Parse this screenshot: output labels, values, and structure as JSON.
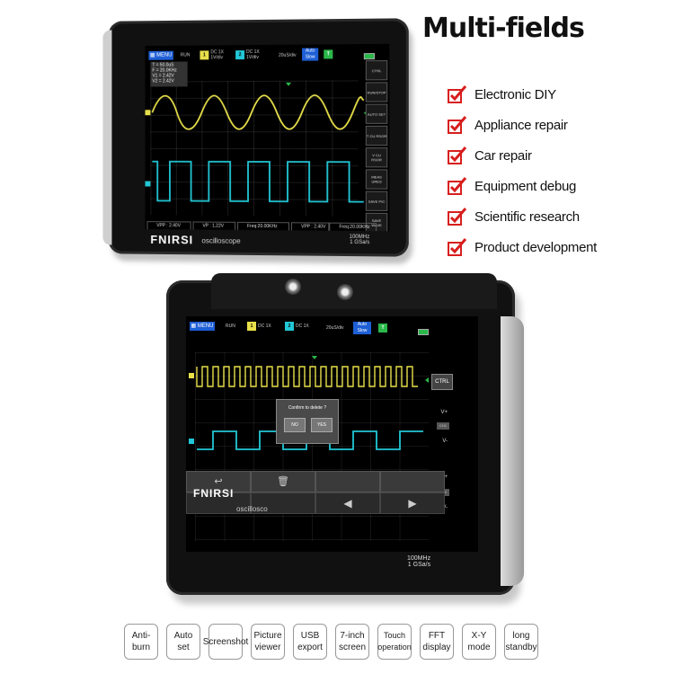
{
  "headline": "Multi-fields",
  "features": [
    "Electronic DIY",
    "Appliance repair",
    "Car repair",
    "Equipment debug",
    "Scientific research",
    "Product development"
  ],
  "device1": {
    "brand": "FNIRSI",
    "model": "oscilloscope",
    "spec": [
      "100MHz",
      "1 GSa/s"
    ],
    "menu": "MENU",
    "run_status": "RUN",
    "ch1_setting": "DC 1X",
    "ch1_scale": "1V/div",
    "ch2_setting": "DC 1X",
    "ch2_scale": "1V/div",
    "timebase": "20uS/div",
    "trigger_mode": "Auto",
    "trigger_speed": "Slow",
    "info_lines": [
      "T = 50.0uS",
      "F = 20.0KHz",
      "V1 = 2.42V",
      "V2 = 2.42V"
    ],
    "side_buttons": [
      "CTRL",
      "RUN/STOP",
      "AUTO SET",
      "T CU RSOR",
      "V CU RSOR",
      "MEAS URES",
      "SAVE PIC",
      "SAVE WAVE"
    ],
    "measurements": [
      "VPP : 2.40V",
      "VP : 1.22V",
      "Freq:20.00KHz",
      "VPP : 2.40V",
      "Freq:20.00KHz"
    ]
  },
  "device2": {
    "brand": "FNIRSI",
    "model": "oscillosco",
    "spec": [
      "100MHz",
      "1 GSa/s"
    ],
    "menu": "MENU",
    "run_status": "RUN",
    "ch1_setting": "DC 1X",
    "ch2_setting": "DC 1X",
    "timebase": "20uS/div",
    "trigger_mode": "Auto",
    "trigger_speed": "Slow",
    "ctrl_label": "CTRL",
    "ch1_label": "CH1",
    "ch2_label": "CH2",
    "v_plus": "V+",
    "v_minus": "V-",
    "dialog_title": "Confirm to delete ?",
    "dialog_no": "NO",
    "dialog_yes": "YES"
  },
  "feature_chips": [
    "Anti-burn",
    "Auto set",
    "Screenshot",
    "Picture viewer",
    "USB export",
    "7-inch screen",
    "Touch operation",
    "FFT display",
    "X-Y mode",
    "long standby"
  ],
  "colors": {
    "ch1": "#e8e04a",
    "ch2": "#22c7d6",
    "check": "#d81e1e",
    "menu_blue": "#1e5fd6"
  }
}
